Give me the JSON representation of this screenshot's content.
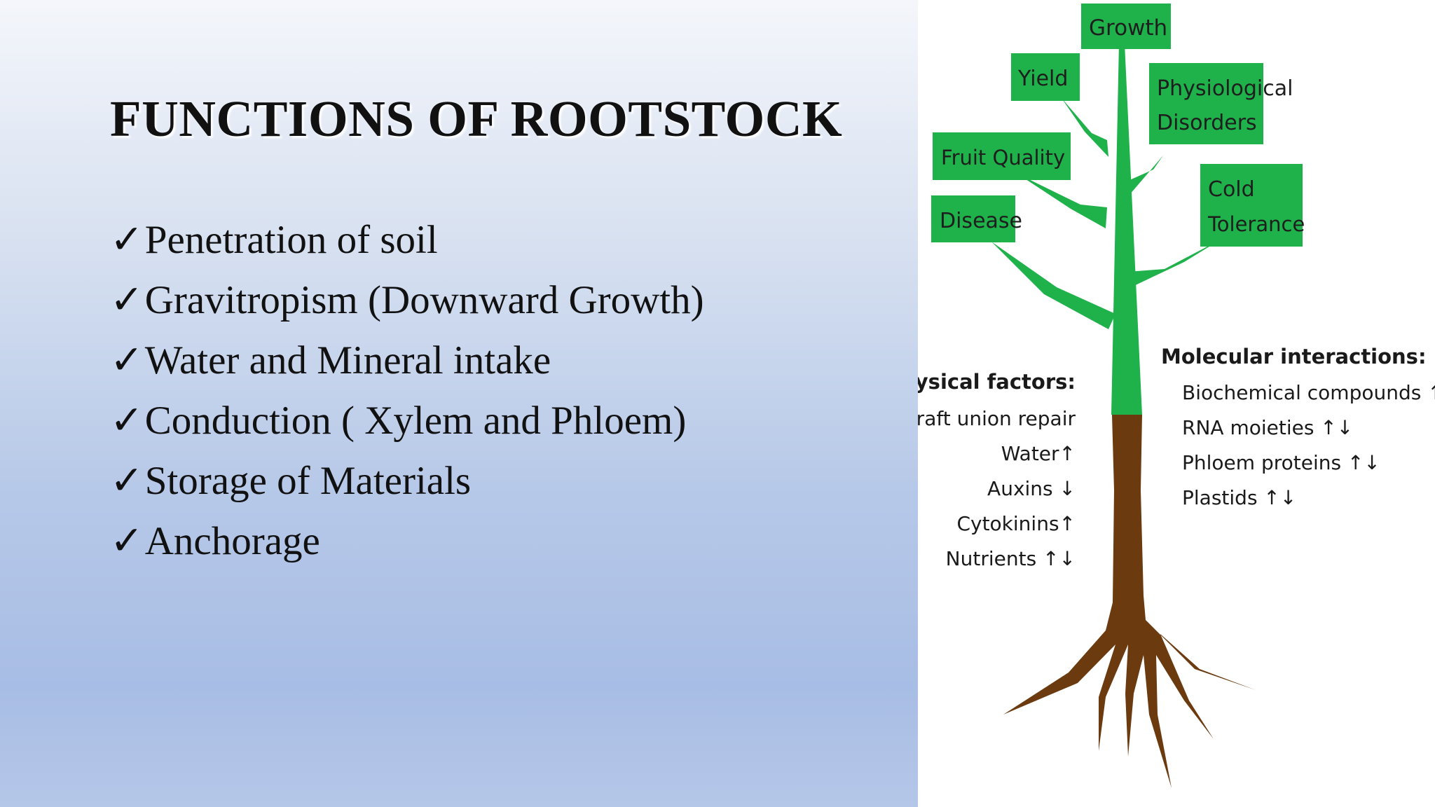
{
  "slide": {
    "title": "FUNCTIONS OF ROOTSTOCK",
    "check_glyph": "✓",
    "bullets": [
      "Penetration of soil",
      "Gravitropism (Downward Growth)",
      "Water and Mineral intake",
      "Conduction ( Xylem and Phloem)",
      "Storage of Materials",
      "Anchorage"
    ]
  },
  "figure": {
    "colors": {
      "foliage": "#1fb24a",
      "root": "#6b3a0e"
    },
    "boxes": {
      "growth": "Growth",
      "yield": "Yield",
      "physiological": [
        "Physiological",
        "Disorders"
      ],
      "fruit_quality": "Fruit Quality",
      "cold_tolerance": [
        "Cold",
        "Tolerance"
      ],
      "disease": "Disease"
    },
    "physical": {
      "heading": "Physical factors:",
      "items": [
        "Graft union repair",
        "Water↑",
        "Auxins ↓",
        "Cytokinins↑",
        "Nutrients ↑↓"
      ]
    },
    "molecular": {
      "heading": "Molecular interactions:",
      "items": [
        "Biochemical compounds ↑↓",
        "RNA moieties ↑↓",
        "Phloem proteins ↑↓",
        "Plastids ↑↓"
      ]
    }
  }
}
